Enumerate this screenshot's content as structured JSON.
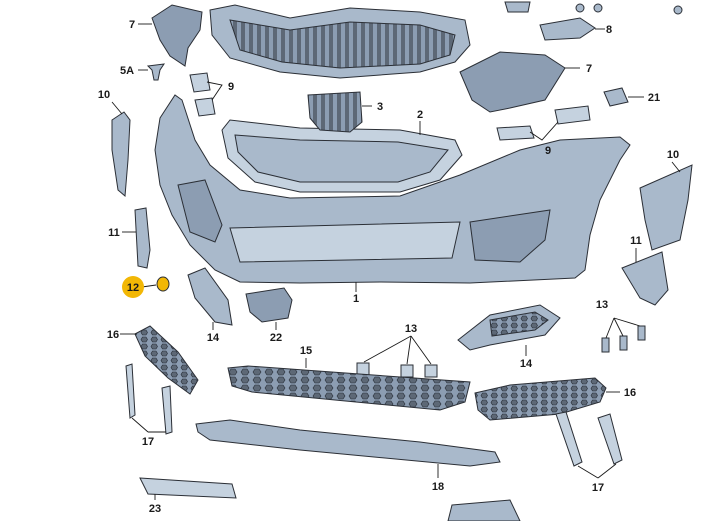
{
  "colors": {
    "part_fill": "#a9b9cb",
    "part_fill_light": "#c5d2df",
    "part_fill_dark": "#8c9db2",
    "grille_dark": "#5d6876",
    "outline": "#2b2f36",
    "highlight_badge": "#f2b705"
  },
  "labels": {
    "l1": "1",
    "l2": "2",
    "l3": "3",
    "l5a": "5A",
    "l7_top": "7",
    "l7_right": "7",
    "l8": "8",
    "l9_top": "9",
    "l9_right": "9",
    "l10_left": "10",
    "l10_right": "10",
    "l11_left": "11",
    "l11_right": "11",
    "l12": "12",
    "l13_center": "13",
    "l13_right": "13",
    "l14_left": "14",
    "l14_right": "14",
    "l15": "15",
    "l16_left": "16",
    "l16_right": "16",
    "l17_left": "17",
    "l17_right": "17",
    "l18": "18",
    "l21": "21",
    "l22": "22",
    "l23": "23"
  }
}
